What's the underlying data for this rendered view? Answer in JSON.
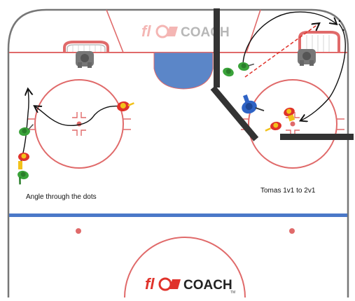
{
  "watermark": {
    "brand_prefix": "fl",
    "brand_suffix": "COACH",
    "trademark": "TM"
  },
  "drills": {
    "left_label": "Angle through the dots",
    "right_label": "Tomas 1v1 to 2v1"
  },
  "colors": {
    "ice": "#ffffff",
    "board": "#777777",
    "red_line": "#e06a6a",
    "blue_line": "#4a78c8",
    "crease": "#5b86c8",
    "path": "#111111",
    "pass": "#e0322a",
    "barrier": "#333333",
    "team_green": "#3aa33a",
    "team_red": "#e0322a",
    "team_blue": "#2f63c5",
    "accent_yellow": "#f2c21a"
  },
  "icons": [
    "net-icon",
    "goalie-icon",
    "player-green-icon",
    "player-red-icon",
    "player-blue-icon",
    "skate-path-icon",
    "pass-line-icon",
    "barrier-icon"
  ]
}
